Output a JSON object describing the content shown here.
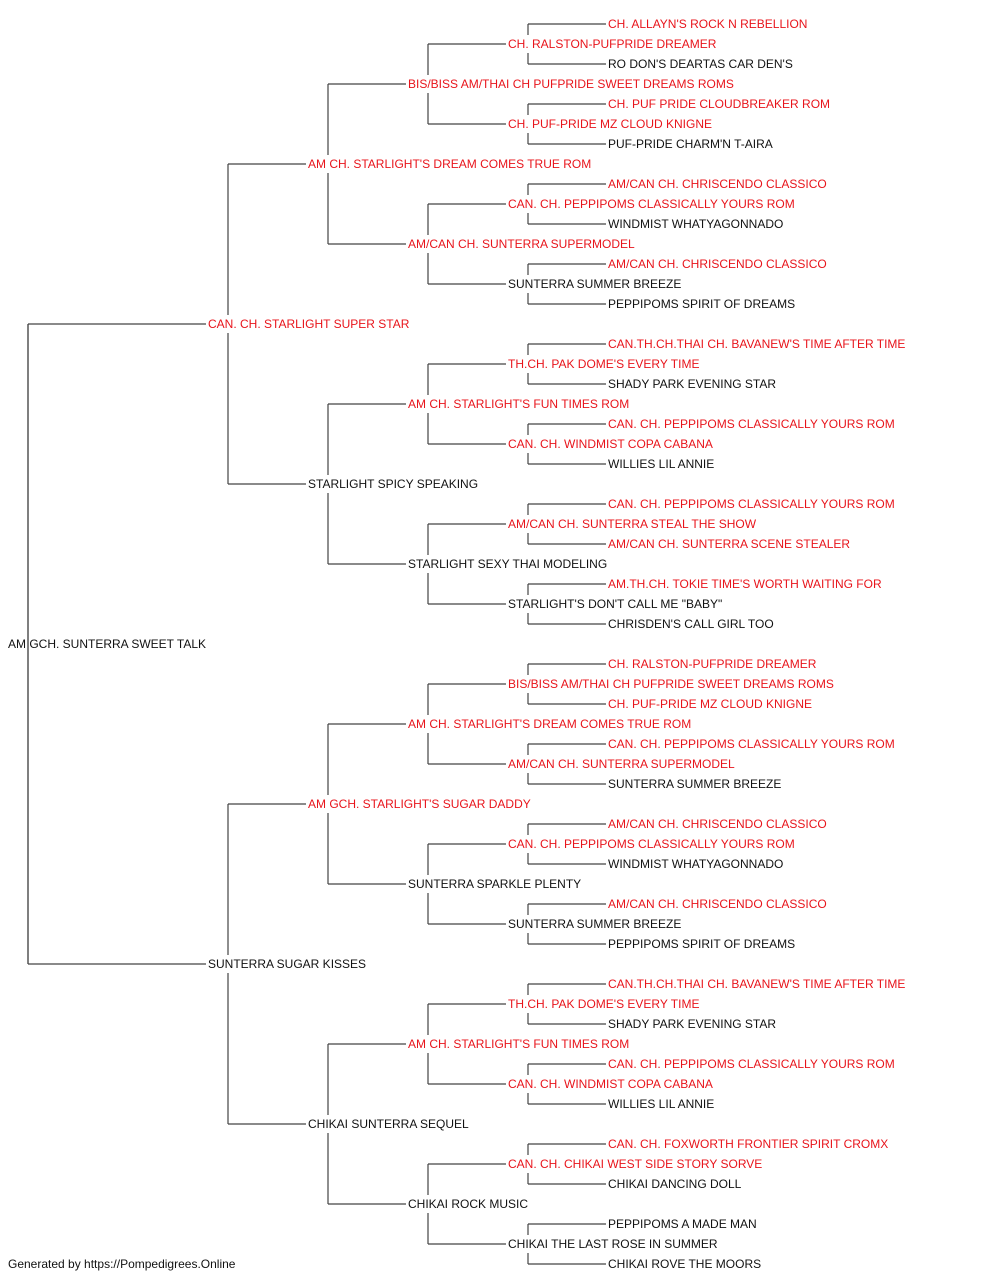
{
  "pedigree": {
    "name": "AM GCH. SUNTERRA SWEET TALK",
    "ch": false,
    "sire": {
      "name": "CAN. CH. STARLIGHT SUPER STAR",
      "ch": true,
      "sire": {
        "name": "AM CH. STARLIGHT'S DREAM COMES TRUE ROM",
        "ch": true,
        "sire": {
          "name": "BIS/BISS AM/THAI CH PUFPRIDE SWEET DREAMS ROMS",
          "ch": true,
          "sire": {
            "name": "CH. RALSTON-PUFPRIDE DREAMER",
            "ch": true,
            "sire": {
              "name": "CH. ALLAYN'S ROCK N REBELLION",
              "ch": true
            },
            "dam": {
              "name": "RO DON'S DEARTAS CAR DEN'S",
              "ch": false
            }
          },
          "dam": {
            "name": "CH. PUF-PRIDE MZ CLOUD KNIGNE",
            "ch": true,
            "sire": {
              "name": "CH. PUF PRIDE CLOUDBREAKER ROM",
              "ch": true
            },
            "dam": {
              "name": "PUF-PRIDE CHARM'N T-AIRA",
              "ch": false
            }
          }
        },
        "dam": {
          "name": "AM/CAN CH. SUNTERRA SUPERMODEL",
          "ch": true,
          "sire": {
            "name": "CAN. CH. PEPPIPOMS CLASSICALLY YOURS ROM",
            "ch": true,
            "sire": {
              "name": "AM/CAN CH. CHRISCENDO CLASSICO",
              "ch": true
            },
            "dam": {
              "name": "WINDMIST WHATYAGONNADO",
              "ch": false
            }
          },
          "dam": {
            "name": "SUNTERRA SUMMER BREEZE",
            "ch": false,
            "sire": {
              "name": "AM/CAN CH. CHRISCENDO CLASSICO",
              "ch": true
            },
            "dam": {
              "name": "PEPPIPOMS SPIRIT OF DREAMS",
              "ch": false
            }
          }
        }
      },
      "dam": {
        "name": "STARLIGHT SPICY SPEAKING",
        "ch": false,
        "sire": {
          "name": "AM CH. STARLIGHT'S FUN TIMES ROM",
          "ch": true,
          "sire": {
            "name": "TH.CH. PAK DOME'S EVERY TIME",
            "ch": true,
            "sire": {
              "name": "CAN.TH.CH.THAI CH. BAVANEW'S TIME AFTER TIME",
              "ch": true
            },
            "dam": {
              "name": "SHADY PARK EVENING STAR",
              "ch": false
            }
          },
          "dam": {
            "name": "CAN. CH. WINDMIST COPA CABANA",
            "ch": true,
            "sire": {
              "name": "CAN. CH. PEPPIPOMS CLASSICALLY YOURS ROM",
              "ch": true
            },
            "dam": {
              "name": "WILLIES LIL ANNIE",
              "ch": false
            }
          }
        },
        "dam": {
          "name": "STARLIGHT SEXY THAI MODELING",
          "ch": false,
          "sire": {
            "name": "AM/CAN CH. SUNTERRA STEAL THE SHOW",
            "ch": true,
            "sire": {
              "name": "CAN. CH. PEPPIPOMS CLASSICALLY YOURS ROM",
              "ch": true
            },
            "dam": {
              "name": "AM/CAN CH. SUNTERRA SCENE STEALER",
              "ch": true
            }
          },
          "dam": {
            "name": "STARLIGHT'S DON'T CALL ME \"BABY\"",
            "ch": false,
            "sire": {
              "name": "AM.TH.CH. TOKIE TIME'S WORTH WAITING FOR",
              "ch": true
            },
            "dam": {
              "name": "CHRISDEN'S CALL GIRL TOO",
              "ch": false
            }
          }
        }
      }
    },
    "dam": {
      "name": "SUNTERRA SUGAR KISSES",
      "ch": false,
      "sire": {
        "name": "AM GCH. STARLIGHT'S SUGAR DADDY",
        "ch": true,
        "sire": {
          "name": "AM CH. STARLIGHT'S DREAM COMES TRUE ROM",
          "ch": true,
          "sire": {
            "name": "BIS/BISS AM/THAI CH PUFPRIDE SWEET DREAMS ROMS",
            "ch": true,
            "sire": {
              "name": "CH. RALSTON-PUFPRIDE DREAMER",
              "ch": true
            },
            "dam": {
              "name": "CH. PUF-PRIDE MZ CLOUD KNIGNE",
              "ch": true
            }
          },
          "dam": {
            "name": "AM/CAN CH. SUNTERRA SUPERMODEL",
            "ch": true,
            "sire": {
              "name": "CAN. CH. PEPPIPOMS CLASSICALLY YOURS ROM",
              "ch": true
            },
            "dam": {
              "name": "SUNTERRA SUMMER BREEZE",
              "ch": false
            }
          }
        },
        "dam": {
          "name": "SUNTERRA SPARKLE PLENTY",
          "ch": false,
          "sire": {
            "name": "CAN. CH. PEPPIPOMS CLASSICALLY YOURS ROM",
            "ch": true,
            "sire": {
              "name": "AM/CAN CH. CHRISCENDO CLASSICO",
              "ch": true
            },
            "dam": {
              "name": "WINDMIST WHATYAGONNADO",
              "ch": false
            }
          },
          "dam": {
            "name": "SUNTERRA SUMMER BREEZE",
            "ch": false,
            "sire": {
              "name": "AM/CAN CH. CHRISCENDO CLASSICO",
              "ch": true
            },
            "dam": {
              "name": "PEPPIPOMS SPIRIT OF DREAMS",
              "ch": false
            }
          }
        }
      },
      "dam": {
        "name": "CHIKAI SUNTERRA SEQUEL",
        "ch": false,
        "sire": {
          "name": "AM CH. STARLIGHT'S FUN TIMES ROM",
          "ch": true,
          "sire": {
            "name": "TH.CH. PAK DOME'S EVERY TIME",
            "ch": true,
            "sire": {
              "name": "CAN.TH.CH.THAI CH. BAVANEW'S TIME AFTER TIME",
              "ch": true
            },
            "dam": {
              "name": "SHADY PARK EVENING STAR",
              "ch": false
            }
          },
          "dam": {
            "name": "CAN. CH. WINDMIST COPA CABANA",
            "ch": true,
            "sire": {
              "name": "CAN. CH. PEPPIPOMS CLASSICALLY YOURS ROM",
              "ch": true
            },
            "dam": {
              "name": "WILLIES LIL ANNIE",
              "ch": false
            }
          }
        },
        "dam": {
          "name": "CHIKAI ROCK MUSIC",
          "ch": false,
          "sire": {
            "name": "CAN. CH. CHIKAI WEST SIDE STORY SORVE",
            "ch": true,
            "sire": {
              "name": "CAN. CH. FOXWORTH FRONTIER SPIRIT CROMX",
              "ch": true
            },
            "dam": {
              "name": "CHIKAI DANCING DOLL",
              "ch": false
            }
          },
          "dam": {
            "name": "CHIKAI THE LAST ROSE IN SUMMER",
            "ch": false,
            "sire": {
              "name": "PEPPIPOMS A MADE MAN",
              "ch": false
            },
            "dam": {
              "name": "CHIKAI ROVE THE MOORS",
              "ch": false
            }
          }
        }
      }
    }
  },
  "colors": {
    "champion": "#e8141b",
    "regular": "#111111",
    "line": "#444444"
  },
  "footer": {
    "text": "Generated by https://Pompedigrees.Online"
  }
}
